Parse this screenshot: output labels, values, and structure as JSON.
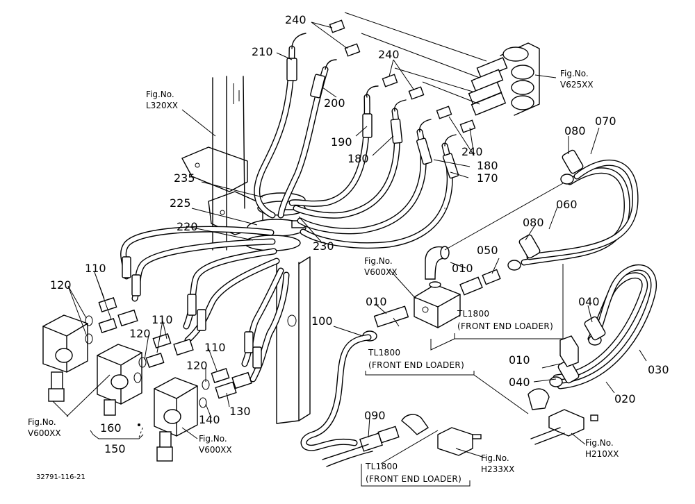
{
  "parts": [
    "240",
    "210",
    "200",
    "190",
    "180",
    "170",
    "240",
    "240",
    "180",
    "080",
    "070",
    "060",
    "080",
    "050",
    "010",
    "010",
    "010",
    "040",
    "040",
    "030",
    "020",
    "100",
    "090",
    "235",
    "225",
    "220",
    "230",
    "110",
    "110",
    "110",
    "120",
    "120",
    "120",
    "130",
    "140",
    "160",
    "150"
  ],
  "refs": [
    "Fig.No.",
    "V625XX",
    "Fig.No.",
    "L320XX",
    "Fig.No.",
    "V600XX",
    "Fig.No.",
    "V600XX",
    "Fig.No.",
    "V600XX",
    "Fig.No.",
    "H233XX",
    "Fig.No.",
    "H210XX"
  ],
  "notes": {
    "tl1": "TL1800",
    "fel1": "(FRONT END LOADER)",
    "tl2": "TL1800",
    "fel2": "(FRONT END LOADER)",
    "tl3": "TL1800",
    "fel3": "(FRONT END LOADER)"
  },
  "drawing_code": "32791-116-21"
}
